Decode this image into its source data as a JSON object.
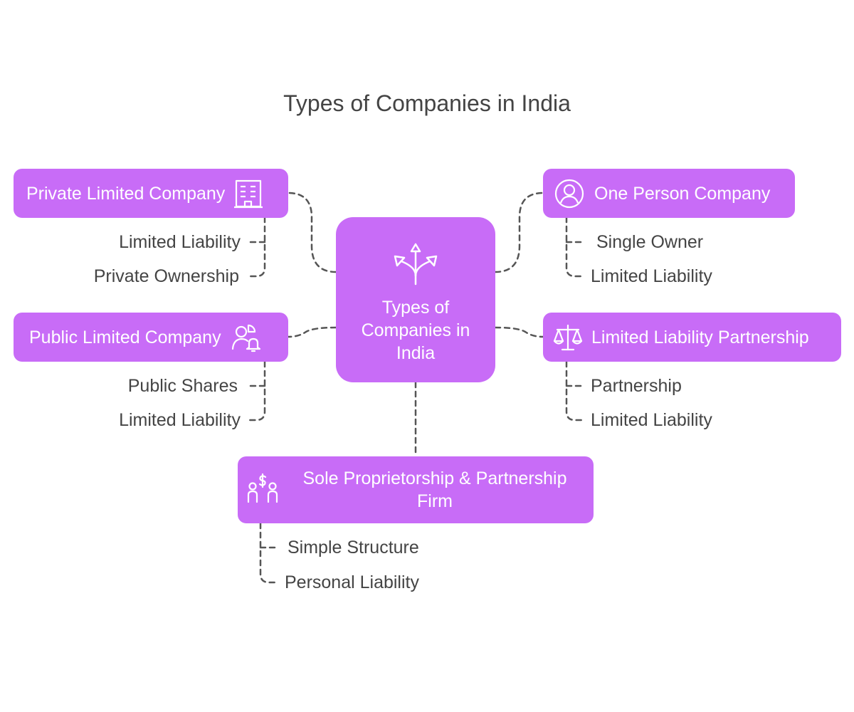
{
  "title": "Types of Companies in India",
  "center": {
    "label": "Types of Companies in India",
    "icon": "split-arrows-icon"
  },
  "colors": {
    "node_fill": "#c86cf7",
    "node_text": "#ffffff",
    "leaf_text": "#444444",
    "connector": "#555555"
  },
  "nodes": {
    "private": {
      "label": "Private Limited Company",
      "icon": "building-icon",
      "details": [
        "Limited Liability",
        "Private Ownership"
      ]
    },
    "public": {
      "label": "Public Limited Company",
      "icon": "shareholder-icon",
      "details": [
        "Public Shares",
        "Limited Liability"
      ]
    },
    "one_person": {
      "label": "One Person Company",
      "icon": "person-circle-icon",
      "details": [
        "Single Owner",
        "Limited Liability"
      ]
    },
    "llp": {
      "label": "Limited Liability Partnership",
      "icon": "scales-icon",
      "details": [
        "Partnership",
        "Limited Liability"
      ]
    },
    "sole": {
      "label": "Sole Proprietorship & Partnership Firm",
      "icon": "people-money-icon",
      "details": [
        "Simple Structure",
        "Personal Liability"
      ]
    }
  }
}
